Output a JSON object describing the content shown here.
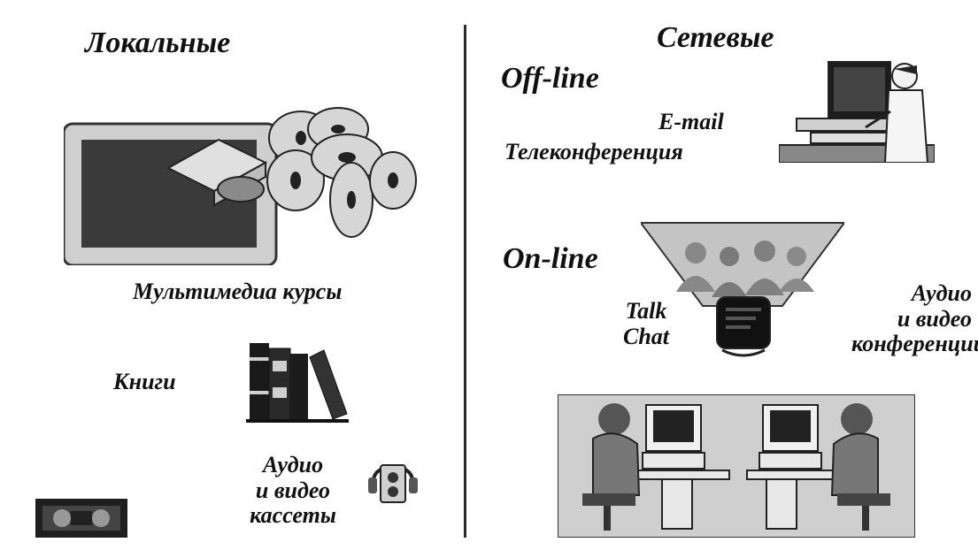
{
  "left": {
    "title": "Локальные",
    "multimedia_label": "Мультимедиа курсы",
    "books_label": "Книги",
    "cassettes_label_lines": [
      "Аудио",
      "и видео",
      "кассеты"
    ],
    "icons": [
      "monitor-with-cd-drive-icon",
      "cd-discs-icon",
      "books-icon",
      "audio-player-headphones-icon",
      "videocassette-icon"
    ]
  },
  "right": {
    "title": "Сетевые",
    "offline_heading": "Off-line",
    "offline_items": [
      "E-mail",
      "Телеконференция"
    ],
    "online_heading": "On-line",
    "talk_chat_lines": [
      "Talk",
      "Chat"
    ],
    "conference_lines": [
      "Аудио",
      "и видео",
      "конференции"
    ],
    "icons": [
      "person-at-computer-icon",
      "video-conference-projector-icon",
      "people-at-computers-icon"
    ]
  },
  "colors": {
    "text": "#111111",
    "gray_dark": "#3a3a3a",
    "gray_mid": "#9a9a9a",
    "gray_light": "#cfcfcf"
  }
}
